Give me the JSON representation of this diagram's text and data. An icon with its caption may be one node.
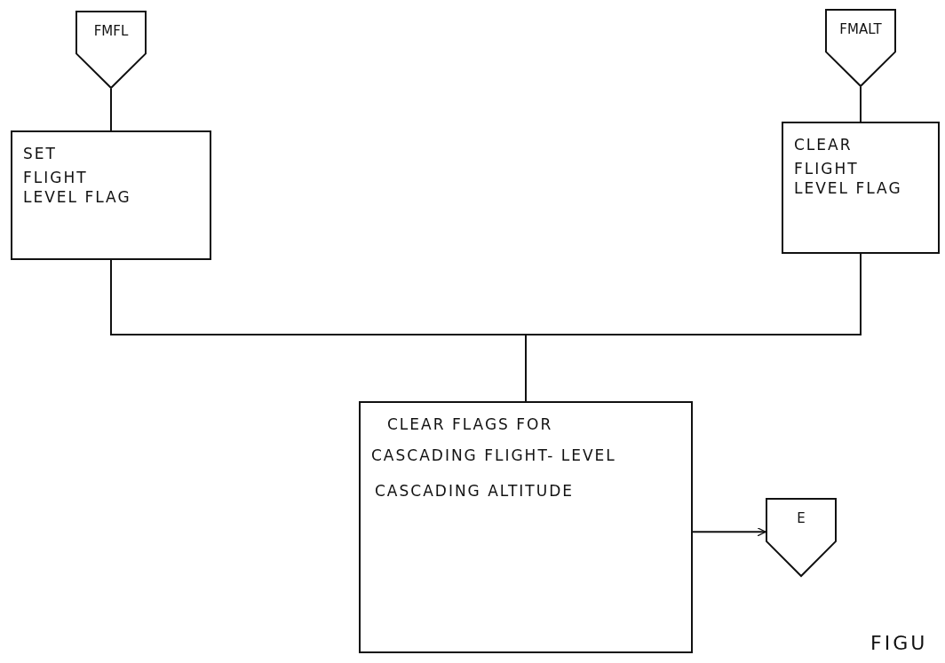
{
  "diagram": {
    "nodes": [
      {
        "text": [
          "FMFL"
        ]
      },
      {
        "text": [
          "SET",
          "FLIGHT LEVEL FLAG"
        ]
      },
      {
        "text": [
          "FMALT"
        ]
      },
      {
        "text": [
          "CLEAR",
          "FLIGHT LEVEL FLAG"
        ]
      },
      {
        "text": [
          "CLEAR FLAGS FOR",
          "CASCADING FLIGHT- LEVEL",
          "CASCADING ALTITUDE"
        ]
      },
      {
        "text": [
          "E"
        ]
      }
    ],
    "edges": [
      {
        "from": 0,
        "to": 1,
        "arrow": "none"
      },
      {
        "from": 2,
        "to": 3,
        "arrow": "none"
      },
      {
        "from": 1,
        "to": 4,
        "arrow": "none"
      },
      {
        "from": 3,
        "to": 4,
        "arrow": "none"
      },
      {
        "from": 4,
        "to": 5,
        "arrow": "to"
      }
    ],
    "labels": [
      "FIGU"
    ]
  }
}
